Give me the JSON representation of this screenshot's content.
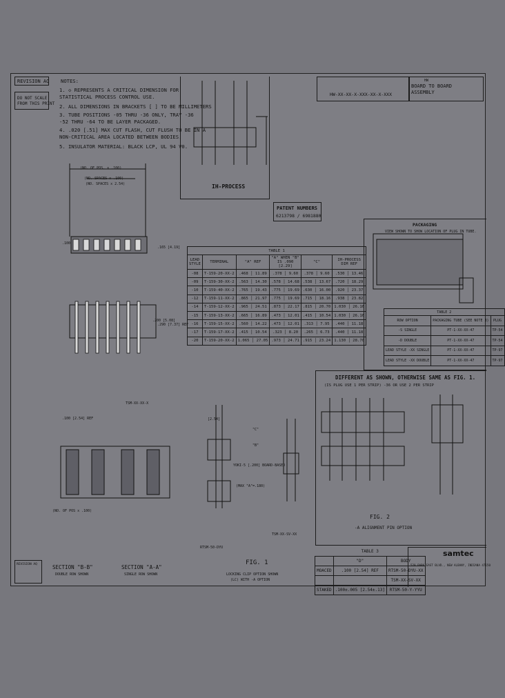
{
  "revision": {
    "label": "REVISION AQ"
  },
  "scale_note": {
    "line1": "DO NOT SCALE",
    "line2": "FROM THIS PRINT"
  },
  "notes": {
    "title": "NOTES:",
    "items": [
      "1.  ◇ REPRESENTS A CRITICAL DIMENSION FOR",
      "     STATISTICAL PROCESS CONTROL USE.",
      "2.  ALL DIMENSIONS IN BRACKETS [ ] TO BE MILLIMETERS",
      "3.  TUBE POSITIONS -05 THRU -36 ONLY, TRAY -36",
      "     -52 THRU -64 TO BE LAYER PACKAGED.",
      "4.  .020 [.51] MAX CUT FLASH, CUT FLUSH TO BE IN A",
      "     NON-CRITICAL AREA LOCATED BETWEEN BODIES.",
      "5.  INSULATOR MATERIAL: BLACK LCP, UL 94 V0."
    ]
  },
  "ih_process": {
    "label": "IH-PROCESS"
  },
  "patents": {
    "title": "PATENT NUMBERS",
    "numbers": "6213798 / 6981880"
  },
  "title_block": {
    "label_hw": "HW",
    "title_line1": "BOARD TO BOARD",
    "title_line2": "ASSEMBLY",
    "part_number": "HW-XX-XX-X-XXX-XX-X-XXX"
  },
  "table1": {
    "title": "TABLE 1",
    "headers": [
      "LEAD STYLE",
      "TERMINAL",
      "\"A\" REF",
      "\"A\" WHEN \"B\" IS .090 [2.29]",
      "\"C\"",
      "IH-PROCESS DIM REF"
    ],
    "rows": [
      [
        "-08",
        "T-159-20-XX-2",
        ".468",
        "11.89",
        ".378",
        "9.60",
        ".378",
        "9.60",
        ".530",
        "13.46"
      ],
      [
        "-09",
        "T-159-30-XX-2",
        ".563",
        "14.30",
        ".578",
        "14.68",
        ".538",
        "13.67",
        ".720",
        "18.29"
      ],
      [
        "-10",
        "T-159-40-XX-2",
        ".765",
        "19.43",
        ".775",
        "19.69",
        ".630",
        "16.00",
        ".920",
        "23.37"
      ],
      [
        "-12",
        "T-159-11-XX-2",
        ".865",
        "21.97",
        ".775",
        "19.69",
        ".715",
        "18.16",
        ".938",
        "23.82"
      ],
      [
        "-14",
        "T-159-12-XX-2",
        ".965",
        "24.51",
        ".873",
        "22.17",
        ".815",
        "20.70",
        "1.030",
        "26.16"
      ],
      [
        "-15",
        "T-159-13-XX-2",
        ".665",
        "16.89",
        ".473",
        "12.01",
        ".415",
        "10.54",
        "1.030",
        "26.16"
      ],
      [
        "-16",
        "T-159-15-XX-2",
        ".560",
        "14.22",
        ".473",
        "12.01",
        ".313",
        "7.95",
        ".440",
        "11.18"
      ],
      [
        "-17",
        "T-159-17-XX-2",
        ".415",
        "10.54",
        ".323",
        "8.20",
        ".265",
        "6.73",
        ".440",
        "11.18"
      ],
      [
        "-20",
        "T-159-20-XX-2",
        "1.065",
        "27.05",
        ".973",
        "24.71",
        ".915",
        "23.24",
        "1.130",
        "28.70"
      ]
    ]
  },
  "packaging": {
    "title": "PACKAGING",
    "note": "VIEW SHOWN TO SHOW LOCATION OF PLUG IN TUBE."
  },
  "table2": {
    "title": "TABLE 2",
    "headers": [
      "ROW OPTION",
      "PACKAGING TUBE (SEE NOTE 3)",
      "PLUG"
    ],
    "rows": [
      [
        "-S SINGLE",
        "PT-1-XX-XX-47",
        "TP-54"
      ],
      [
        "-D DOUBLE",
        "PT-1-XX-XX-47",
        "TP-54"
      ],
      [
        "LEAD STYLE -XX SINGLE",
        "PT-1-XX-XX-47",
        "TP-97"
      ],
      [
        "LEAD STYLE -XX DOUBLE",
        "PT-1-XX-XX-47",
        "TP-97"
      ]
    ]
  },
  "fig1": {
    "label": "FIG. 1",
    "note1": "LOCKING CLIP OPTION SHOWN",
    "note2": "(LC) WITH -A OPTION"
  },
  "fig2": {
    "label": "FIG. 2",
    "header": "DIFFERENT AS SHOWN, OTHERWISE SAME AS FIG. 1.",
    "subheader": "(IS PLUG USE 1 PER STRIP) -36 OR USE 2 PER STRIP",
    "caption": "-A ALIGNMENT PIN OPTION"
  },
  "table3": {
    "title": "TABLE 3",
    "headers": [
      "",
      "\"D\"",
      "BODY"
    ],
    "rows": [
      [
        "MOACED",
        ".100 [2.54] REF",
        "RTSM-50-DYU-XX"
      ],
      [
        "",
        "",
        "TSM-XX-SV-XX"
      ],
      [
        "STAKED",
        ".100±.005 [2.54±.13]",
        "RTSM-50-Y-YYU"
      ]
    ]
  },
  "sections": {
    "b_b": {
      "label": "SECTION \"B-B\"",
      "sub": "DOUBLE ROW SHOWN"
    },
    "a_a": {
      "label": "SECTION \"A-A\"",
      "sub": "SINGLE ROW SHOWN"
    }
  },
  "dims": {
    "no_pos": "(NO. OF POS. x .100)",
    "no_spaces": "(NO. SPACES x .100)",
    "no_spaces_mm": "(NO. SPACES x 2.54)",
    "d1": ".100 [2.54] TYP",
    "d2": ".100 [2.54] REF",
    "d3": ".165 [4.19]",
    "d4": ".200 [5.08]",
    "d5": ".290 [7.37] REF",
    "x1": "[2.54]",
    "b_label": "\"B\"",
    "c_label": "\"C\"",
    "max": "(MAX \"A\"=.180)",
    "tsm_note": "TSM-XX-XX-X",
    "rtsm": "RTSM-50-DYU",
    "tsm_sv": "TSM-XX-SV-XX",
    "wiring": "YOKI-5 [.200] BOARD-BASED",
    "board": "(NO. OF POS x .100)"
  },
  "company": {
    "name": "samtec",
    "addr": "520 PARK EAST BLVD., NEW ALBANY, INDIANA 47150"
  },
  "rev_box": {
    "label": "REVISION AQ"
  }
}
